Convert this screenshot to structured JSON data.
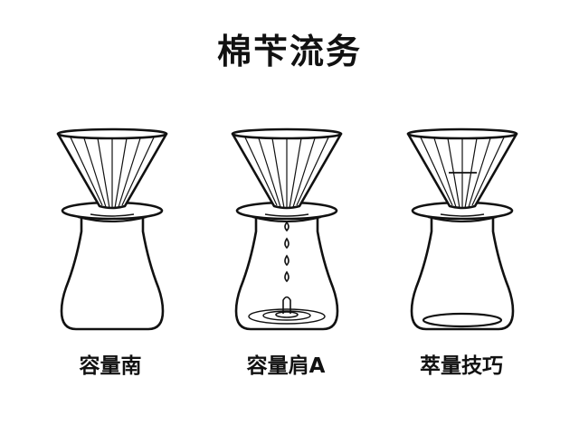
{
  "title": "棉苄流务",
  "panels": [
    {
      "label": "容量南",
      "icon": "pour-over-dripper-empty-icon"
    },
    {
      "label": "容量肩A",
      "icon": "pour-over-dripper-dripping-icon"
    },
    {
      "label": "萃量技巧",
      "icon": "pour-over-dripper-level-icon"
    }
  ],
  "colors": {
    "stroke": "#111111",
    "background": "#ffffff"
  }
}
